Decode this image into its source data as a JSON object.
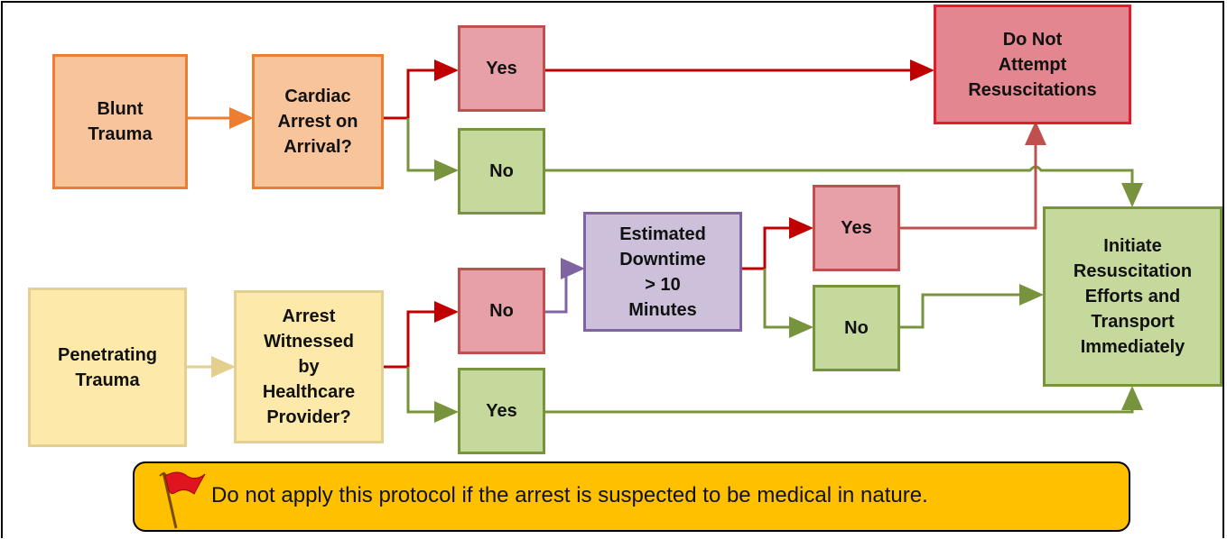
{
  "nodes": {
    "blunt_trauma": "Blunt\nTrauma",
    "cardiac_arrest": "Cardiac\nArrest on\nArrival?",
    "yes_top": "Yes",
    "no_top": "No",
    "dnar": "Do Not\nAttempt\nResuscitations",
    "penetrating_trauma": "Penetrating\nTrauma",
    "arrest_witnessed": "Arrest\nWitnessed\nby\nHealthcare\nProvider?",
    "no_pen": "No",
    "yes_pen": "Yes",
    "downtime": "Estimated\nDowntime\n> 10\nMinutes",
    "yes_down": "Yes",
    "no_down": "No",
    "initiate": "Initiate\nResuscitation\nEfforts and\nTransport\nImmediately"
  },
  "note": {
    "text": "Do not apply this protocol if the arrest is suspected to be medical in nature.",
    "icon": "red-flag-icon"
  },
  "colors": {
    "orange_line": "#ed7d31",
    "yellow_line": "#e3cf8f",
    "red_line": "#c00000",
    "green_line": "#77933c",
    "purple_line": "#8064a2",
    "note_fill": "#ffc000"
  }
}
